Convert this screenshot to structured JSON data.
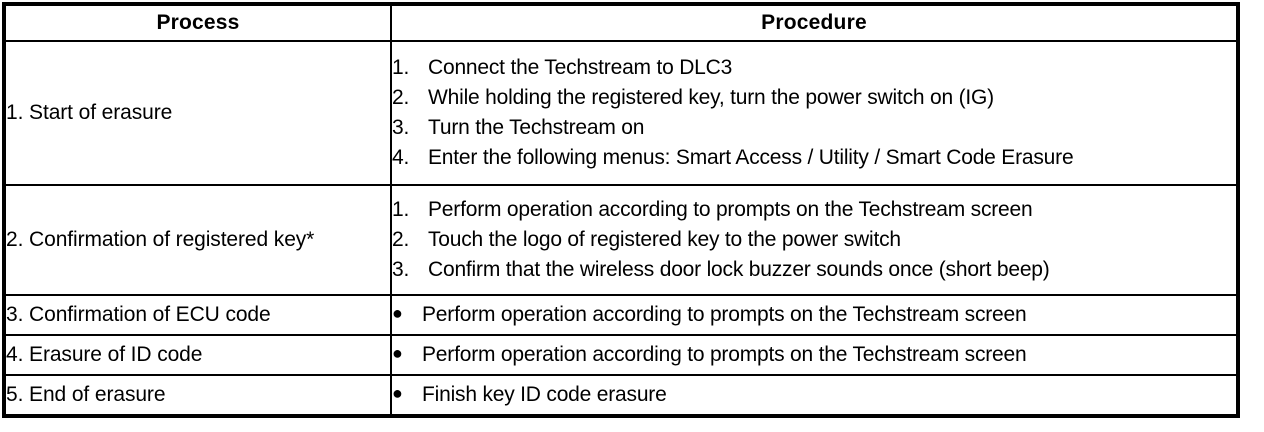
{
  "table": {
    "headers": {
      "process": "Process",
      "procedure": "Procedure"
    },
    "rows": [
      {
        "process": "1. Start of erasure",
        "list_type": "numbered",
        "steps": [
          {
            "marker": "1.",
            "text": "Connect the Techstream to DLC3"
          },
          {
            "marker": "2.",
            "text": "While holding the registered key, turn the power switch on (IG)"
          },
          {
            "marker": "3.",
            "text": "Turn the Techstream on"
          },
          {
            "marker": "4.",
            "text": "Enter the following menus: Smart Access / Utility / Smart Code Erasure"
          }
        ]
      },
      {
        "process": "2. Confirmation of registered key*",
        "list_type": "numbered",
        "steps": [
          {
            "marker": "1.",
            "text": "Perform operation according to prompts on the Techstream screen"
          },
          {
            "marker": "2.",
            "text": "Touch the logo of registered key to the power switch"
          },
          {
            "marker": "3.",
            "text": "Confirm that the wireless door lock buzzer sounds once (short beep)"
          }
        ]
      },
      {
        "process": "3. Confirmation of ECU code",
        "list_type": "bullet",
        "steps": [
          {
            "marker": "●",
            "text": "Perform operation according to prompts on the Techstream screen"
          }
        ]
      },
      {
        "process": "4. Erasure of ID code",
        "list_type": "bullet",
        "steps": [
          {
            "marker": "●",
            "text": "Perform operation according to prompts on the Techstream screen"
          }
        ]
      },
      {
        "process": "5. End of erasure",
        "list_type": "bullet",
        "steps": [
          {
            "marker": "●",
            "text": "Finish key ID code erasure"
          }
        ]
      }
    ]
  },
  "colors": {
    "border": "#000000",
    "text": "#000000",
    "background": "#ffffff"
  }
}
